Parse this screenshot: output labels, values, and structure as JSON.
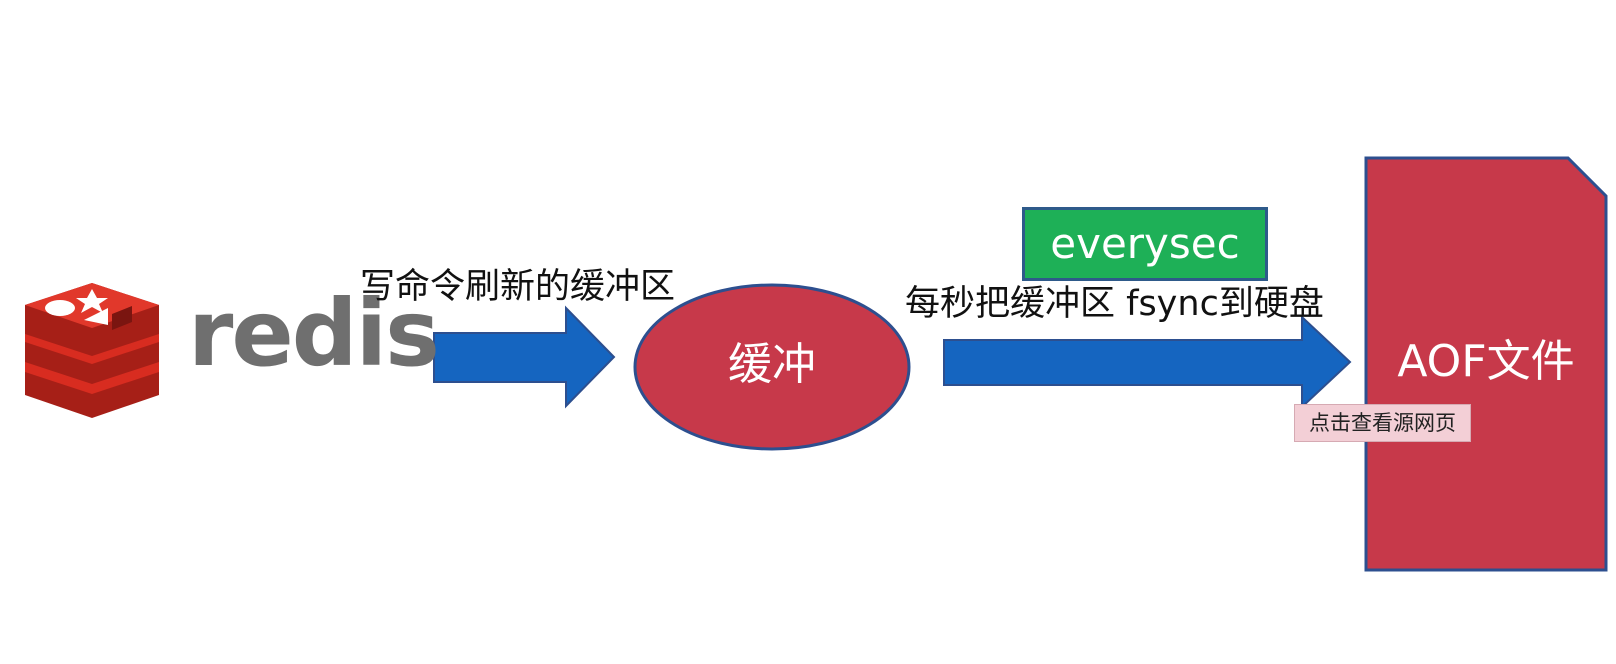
{
  "logo": {
    "word": "redis",
    "colors": {
      "brand_red": "#d82c20",
      "dark_red": "#a61f17",
      "word_gray": "#6f6f6f"
    }
  },
  "flow": {
    "write_label": "写命令刷新的缓冲区",
    "buffer_label": "缓冲",
    "sync_label": "每秒把缓冲区 fsync到硬盘",
    "policy_badge": "everysec",
    "file_label": "AOF文件"
  },
  "tooltip": {
    "label": "点击查看源网页"
  },
  "colors": {
    "arrow_blue": "#1565c0",
    "node_red": "#c7394a",
    "node_border": "#2d4f8f",
    "badge_green": "#1eb057"
  }
}
